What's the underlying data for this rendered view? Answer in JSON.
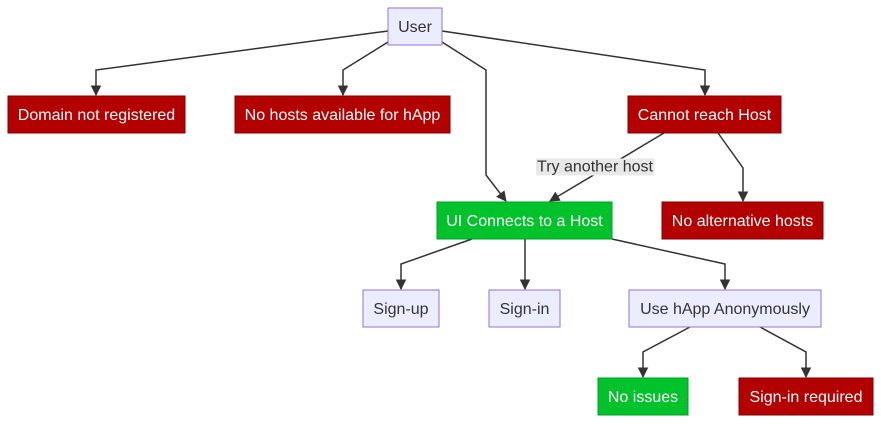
{
  "colors": {
    "neutral_fill": "#ECECFF",
    "neutral_stroke": "#9370DB",
    "neutral_text": "#333333",
    "error_fill": "#B30000",
    "error_stroke": "#800000",
    "error_text": "#FFFFFF",
    "success_fill": "#00C22A",
    "success_stroke": "#00A020",
    "success_text": "#FFFFFF",
    "edge_label_bg": "#E8E8E8"
  },
  "nodes": {
    "user": {
      "label": "User",
      "style": "neutral"
    },
    "domain_not_registered": {
      "label": "Domain not registered",
      "style": "error"
    },
    "no_hosts_available": {
      "label": "No hosts available for hApp",
      "style": "error"
    },
    "cannot_reach_host": {
      "label": "Cannot reach Host",
      "style": "error"
    },
    "ui_connects": {
      "label": "UI Connects to a Host",
      "style": "success"
    },
    "no_alternative_hosts": {
      "label": "No alternative hosts",
      "style": "error"
    },
    "sign_up": {
      "label": "Sign-up",
      "style": "neutral"
    },
    "sign_in": {
      "label": "Sign-in",
      "style": "neutral"
    },
    "use_anonymously": {
      "label": "Use hApp Anonymously",
      "style": "neutral"
    },
    "no_issues": {
      "label": "No issues",
      "style": "success"
    },
    "sign_in_required": {
      "label": "Sign-in required",
      "style": "error"
    }
  },
  "edges": [
    {
      "from": "user",
      "to": "domain_not_registered"
    },
    {
      "from": "user",
      "to": "no_hosts_available"
    },
    {
      "from": "user",
      "to": "ui_connects"
    },
    {
      "from": "user",
      "to": "cannot_reach_host"
    },
    {
      "from": "cannot_reach_host",
      "to": "ui_connects",
      "label": "Try another host"
    },
    {
      "from": "cannot_reach_host",
      "to": "no_alternative_hosts"
    },
    {
      "from": "ui_connects",
      "to": "sign_up"
    },
    {
      "from": "ui_connects",
      "to": "sign_in"
    },
    {
      "from": "ui_connects",
      "to": "use_anonymously"
    },
    {
      "from": "use_anonymously",
      "to": "no_issues"
    },
    {
      "from": "use_anonymously",
      "to": "sign_in_required"
    }
  ]
}
